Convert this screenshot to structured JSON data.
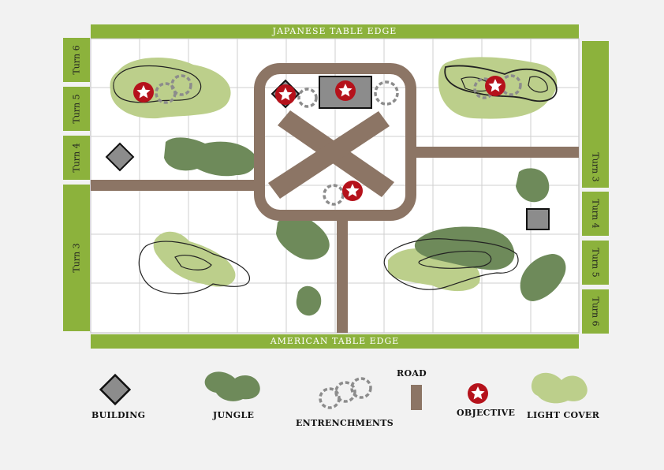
{
  "edges": {
    "top": "JAPANESE TABLE EDGE",
    "bottom": "AMERICAN TABLE EDGE"
  },
  "left_turns": [
    "Turn 6",
    "Turn 5",
    "Turn 4",
    "Turn 3"
  ],
  "right_turns": [
    "Turn 3",
    "Turn 4",
    "Turn 5",
    "Turn 6"
  ],
  "legend": {
    "building": "BUILDING",
    "jungle": "JUNGLE",
    "entrenchments": "ENTRENCHMENTS",
    "road": "ROAD",
    "objective": "OBJECTIVE",
    "light_cover": "LIGHT COVER"
  },
  "colors": {
    "light_cover": "#bccf8b",
    "jungle": "#6e8a5a",
    "road": "#8c7565",
    "building": "#8c8c8c",
    "objective": "#b5121b",
    "edge_bar": "#8cb23c",
    "grid": "#c8c8c8"
  },
  "icons": {
    "objective": "star-in-red-circle",
    "building": "grey-square",
    "entrenchment": "dashed-grey-ring"
  }
}
